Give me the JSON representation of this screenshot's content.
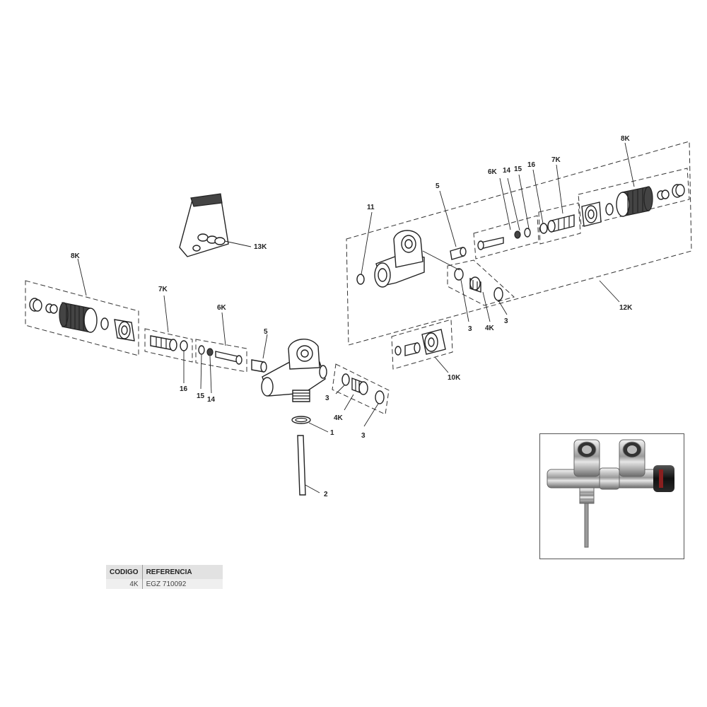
{
  "callouts": {
    "k8_left": "8K",
    "k7_left": "7K",
    "k6_left": "6K",
    "p5_left": "5",
    "p16_left": "16",
    "p15_left": "15",
    "p14_left": "14",
    "p3_left_a": "3",
    "p4k_left": "4K",
    "p3_left_b": "3",
    "p1": "1",
    "p2": "2",
    "k13": "13K",
    "p11": "11",
    "p5_right": "5",
    "k6_right": "6K",
    "p14_right": "14",
    "p15_right": "15",
    "p16_right": "16",
    "k7_right": "7K",
    "k8_right": "8K",
    "p3_right_a": "3",
    "p4k_right": "4K",
    "p3_right_b": "3",
    "k12": "12K",
    "k10": "10K"
  },
  "table": {
    "headers": [
      "CODIGO",
      "REFERENCIA"
    ],
    "rows": [
      {
        "codigo": "4K",
        "referencia": "EGZ 710092"
      }
    ]
  },
  "colors": {
    "ink": "#222222",
    "table_header_bg": "#e2e2e2",
    "table_row_bg": "#efefef"
  }
}
